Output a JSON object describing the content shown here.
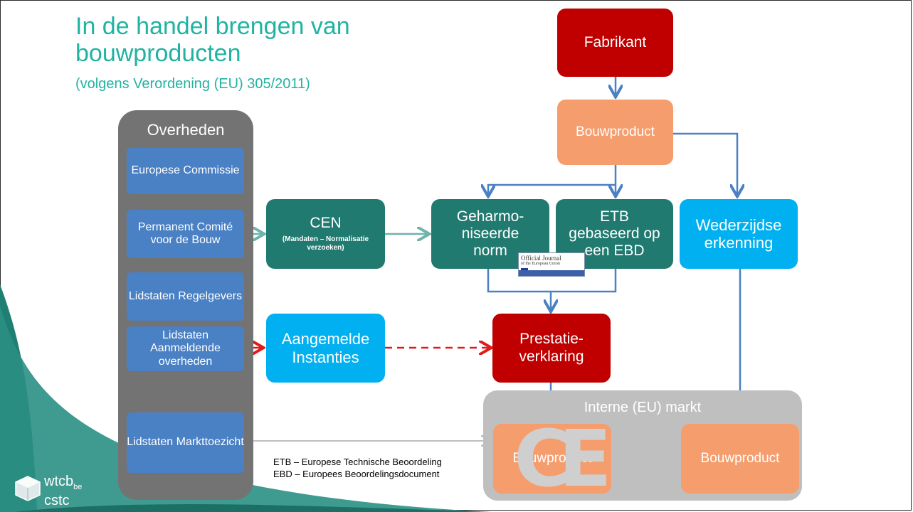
{
  "title": {
    "line1": "In de handel brengen van",
    "line2": "bouwproducten",
    "subtitle": "(volgens Verordening (EU) 305/2011)"
  },
  "overheden": {
    "title": "Overheden",
    "items": [
      {
        "label": "Europese Commissie"
      },
      {
        "label": "Permanent Comité voor de Bouw"
      },
      {
        "label": "Lidstaten Regelgevers"
      },
      {
        "label": "Lidstaten Aanmeldende overheden"
      },
      {
        "label": "Lidstaten Markttoezicht"
      }
    ]
  },
  "cen": {
    "title": "CEN",
    "sub": "(Mandaten – Normalisatie verzoeken)"
  },
  "aangemelde": {
    "label": "Aangemelde Instanties"
  },
  "fabrikant": {
    "label": "Fabrikant"
  },
  "bouwproduct_top": {
    "label": "Bouwproduct"
  },
  "geharmoniseerde": {
    "label": "Geharmo-niseerde norm"
  },
  "etb_box": {
    "label": "ETB gebaseerd op een EBD"
  },
  "wederzijdse": {
    "label": "Wederzijdse erkenning"
  },
  "prestatie": {
    "label": "Prestatie-verklaring"
  },
  "official_journal": {
    "line1": "Official Journal",
    "line2": "of the European Union"
  },
  "market": {
    "title": "Interne (EU) markt",
    "product_ce": "Bouwproduct",
    "ce_mark": "CE",
    "product_right": "Bouwproduct"
  },
  "legend": {
    "etb": "ETB – Europese Technische Beoordeling",
    "ebd": "EBD – Europees Beoordelingsdocument"
  },
  "logo": {
    "main": "wtcb",
    "suffix": "be",
    "second": "cstc"
  },
  "colors": {
    "title": "#20b3a2",
    "teal_box": "#217a70",
    "red_box": "#c00000",
    "orange_box": "#f59d6c",
    "cyan_box": "#00b0f0",
    "gov_item": "#4a80c4",
    "gov_panel": "#737373",
    "arrow_blue": "#4a80c4",
    "arrow_red": "#e31a1a",
    "arrow_teal": "#6fb3ad",
    "market_panel": "#bfbfbf"
  }
}
